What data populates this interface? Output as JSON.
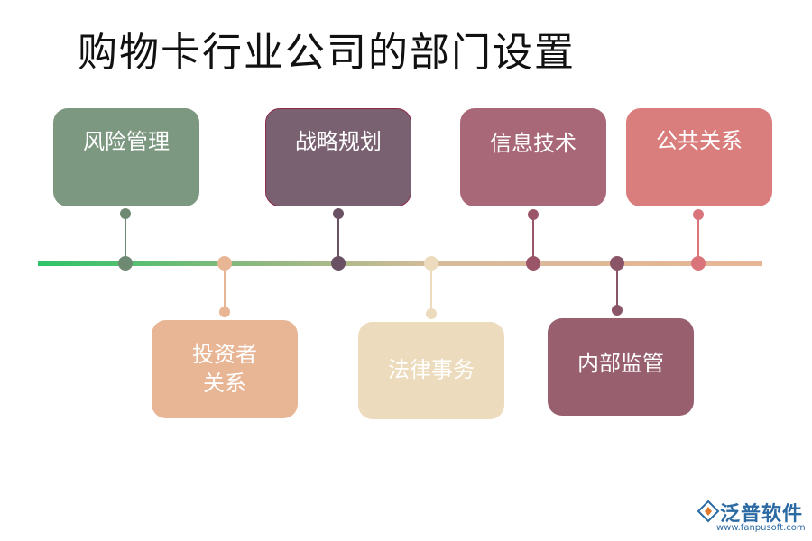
{
  "title": "购物卡行业公司的部门设置",
  "departments_top": [
    {
      "label": "风险管理",
      "color": "#7d9880"
    },
    {
      "label": "战略规划",
      "color": "#7a6172"
    },
    {
      "label": "信息技术",
      "color": "#a86878"
    },
    {
      "label": "公共关系",
      "color": "#d97d7d"
    }
  ],
  "departments_bottom": [
    {
      "label_line1": "投资者",
      "label_line2": "关系",
      "color": "#e8b595"
    },
    {
      "label": "法律事务",
      "color": "#ecdcbd"
    },
    {
      "label": "内部监管",
      "color": "#98606f"
    }
  ],
  "logo": {
    "brand": "泛普软件",
    "url": "www.fanpusoft.com"
  }
}
